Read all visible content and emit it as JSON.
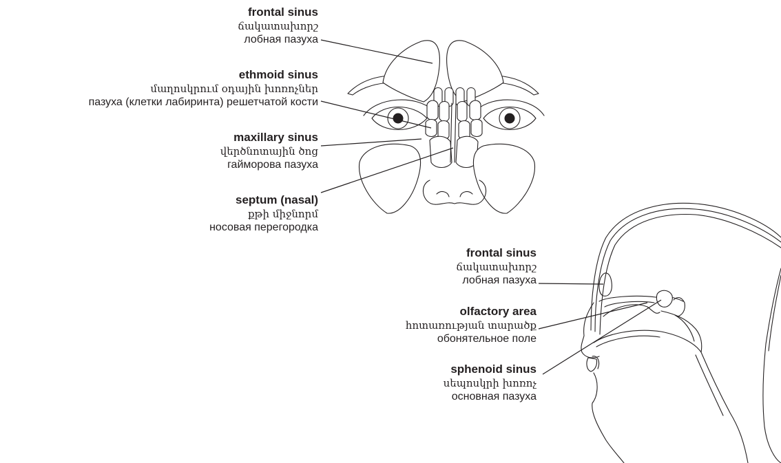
{
  "front_labels": [
    {
      "en": "frontal sinus",
      "hy": "ճակատախորշ",
      "ru": "лобная пазуха"
    },
    {
      "en": "ethmoid sinus",
      "hy": "մաղոսկրում օդային խոռոչներ",
      "ru": "пазуха (клетки лабиринта) решетчатой кости"
    },
    {
      "en": "maxillary sinus",
      "hy": "վերծնոտային ծոց",
      "ru": "гайморова пазуха"
    },
    {
      "en": "septum (nasal)",
      "hy": "քթի միջնորմ",
      "ru": "носовая перегородка"
    }
  ],
  "side_labels": [
    {
      "en": "frontal sinus",
      "hy": "ճակատախորշ",
      "ru": "лобная пазуха"
    },
    {
      "en": "olfactory area",
      "hy": "հոտառության տարածք",
      "ru": "обонятельное поле"
    },
    {
      "en": "sphenoid sinus",
      "hy": "սեպոսկրի խոռոչ",
      "ru": "основная пазуха"
    }
  ]
}
